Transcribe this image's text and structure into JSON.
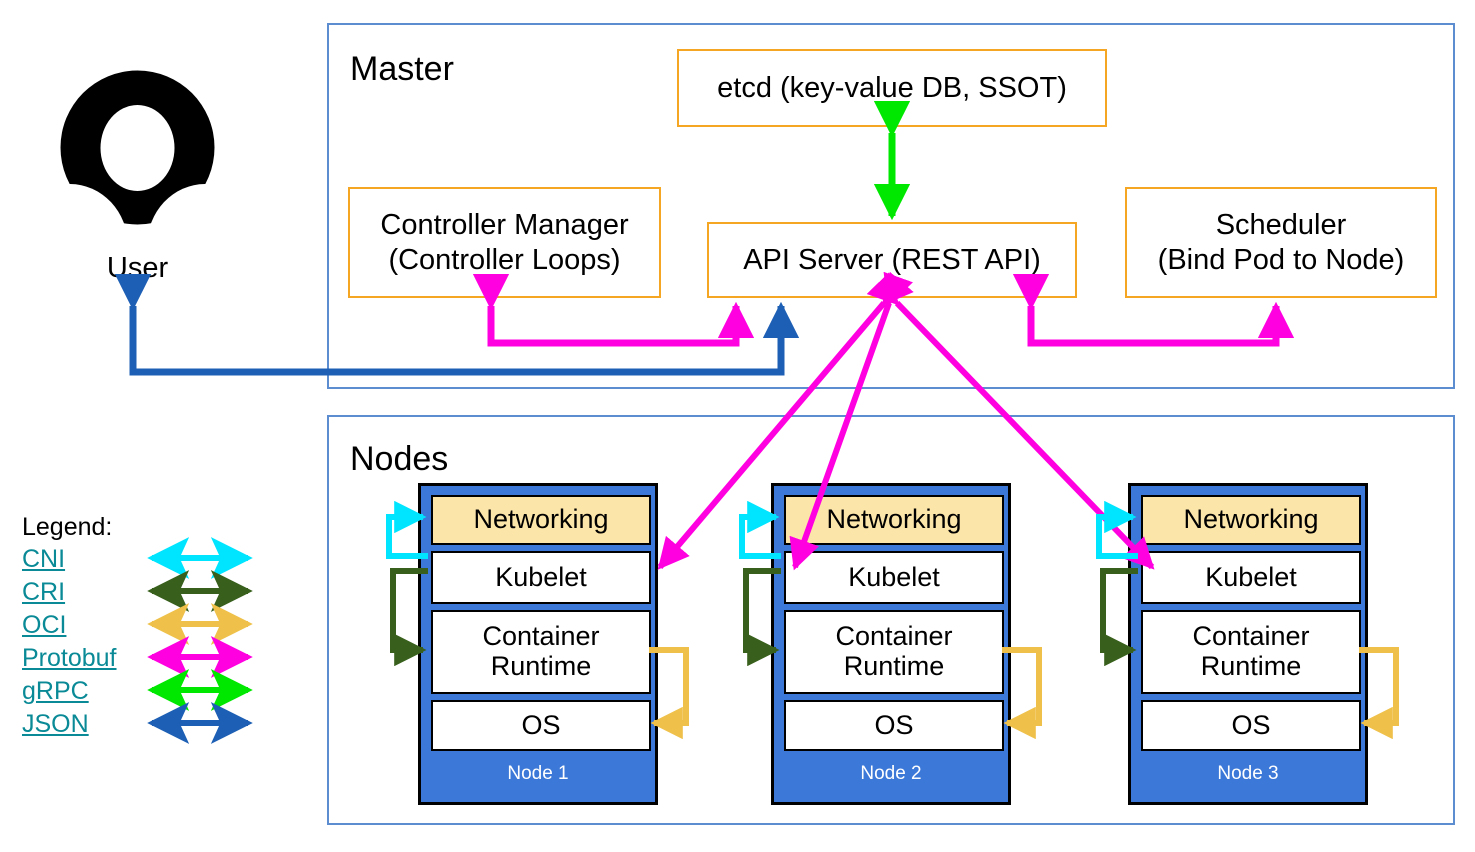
{
  "diagram": {
    "title": "Kubernetes Cluster Architecture",
    "colors": {
      "group_border": "#5b8dd0",
      "master_box_border": "#f5a623",
      "node_fill": "#3c78d8",
      "node_border": "#000000",
      "networking_fill": "#fce5a8",
      "legend_link": "#0a8a96",
      "cni": "#00e5ff",
      "cri": "#38601c",
      "oci": "#efc14a",
      "protobuf": "#ff00e0",
      "grpc": "#00e800",
      "json": "#1c5fb4"
    }
  },
  "user": {
    "label": "User",
    "icon": "user-avatar-icon"
  },
  "master": {
    "title": "Master",
    "components": [
      {
        "id": "etcd",
        "label": "etcd (key-value DB, SSOT)",
        "lines": [
          "etcd (key-value DB, SSOT)"
        ]
      },
      {
        "id": "controller-manager",
        "label": "Controller Manager (Controller Loops)",
        "lines": [
          "Controller Manager",
          "(Controller Loops)"
        ]
      },
      {
        "id": "api-server",
        "label": "API Server (REST API)",
        "lines": [
          "API Server (REST API)"
        ]
      },
      {
        "id": "scheduler",
        "label": "Scheduler (Bind Pod to Node)",
        "lines": [
          "Scheduler",
          "(Bind Pod to Node)"
        ]
      }
    ]
  },
  "nodes": {
    "title": "Nodes",
    "layer_labels": {
      "networking": "Networking",
      "kubelet": "Kubelet",
      "container_runtime": [
        "Container",
        "Runtime"
      ],
      "os": "OS"
    },
    "items": [
      {
        "name": "Node 1"
      },
      {
        "name": "Node 2"
      },
      {
        "name": "Node 3"
      }
    ]
  },
  "legend": {
    "title": "Legend:",
    "entries": [
      {
        "label": "CNI",
        "color": "#00e5ff"
      },
      {
        "label": "CRI",
        "color": "#38601c"
      },
      {
        "label": "OCI",
        "color": "#efc14a"
      },
      {
        "label": "Protobuf",
        "color": "#ff00e0"
      },
      {
        "label": "gRPC",
        "color": "#00e800"
      },
      {
        "label": "JSON",
        "color": "#1c5fb4"
      }
    ]
  },
  "connections": [
    {
      "from": "etcd",
      "to": "api-server",
      "protocol": "gRPC",
      "color": "#00e800",
      "bidirectional": true
    },
    {
      "from": "controller-manager",
      "to": "api-server",
      "protocol": "Protobuf",
      "color": "#ff00e0",
      "bidirectional": true
    },
    {
      "from": "scheduler",
      "to": "api-server",
      "protocol": "Protobuf",
      "color": "#ff00e0",
      "bidirectional": true
    },
    {
      "from": "user",
      "to": "api-server",
      "protocol": "JSON",
      "color": "#1c5fb4",
      "bidirectional": true
    },
    {
      "from": "api-server",
      "to": "Node 1 Kubelet",
      "protocol": "Protobuf",
      "color": "#ff00e0",
      "bidirectional": true
    },
    {
      "from": "api-server",
      "to": "Node 2 Kubelet",
      "protocol": "Protobuf",
      "color": "#ff00e0",
      "bidirectional": true
    },
    {
      "from": "api-server",
      "to": "Node 3 Kubelet",
      "protocol": "Protobuf",
      "color": "#ff00e0",
      "bidirectional": true
    },
    {
      "from": "Kubelet",
      "to": "Networking",
      "protocol": "CNI",
      "color": "#00e5ff",
      "bidirectional": false
    },
    {
      "from": "Kubelet",
      "to": "Container Runtime",
      "protocol": "CRI",
      "color": "#38601c",
      "bidirectional": false
    },
    {
      "from": "Container Runtime",
      "to": "OS",
      "protocol": "OCI",
      "color": "#efc14a",
      "bidirectional": false
    }
  ]
}
